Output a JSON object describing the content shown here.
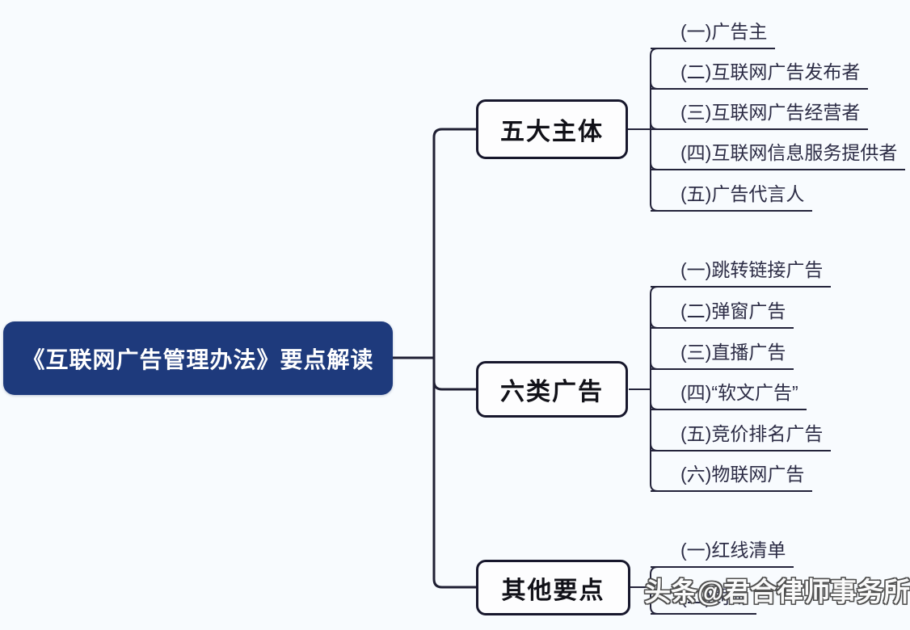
{
  "root": {
    "label": "《互联网广告管理办法》要点解读"
  },
  "branches": [
    {
      "id": "five-subjects",
      "label": "五大主体",
      "children": [
        "(一)广告主",
        "(二)互联网广告发布者",
        "(三)互联网广告经营者",
        "(四)互联网信息服务提供者",
        "(五)广告代言人"
      ]
    },
    {
      "id": "six-ad-types",
      "label": "六类广告",
      "children": [
        "(一)跳转链接广告",
        "(二)弹窗广告",
        "(三)直播广告",
        "(四)“软文广告”",
        "(五)竞价排名广告",
        "(六)物联网广告"
      ]
    },
    {
      "id": "other-points",
      "label": "其他要点",
      "children": [
        "(一)红线清单",
        "(二)罚则"
      ]
    }
  ],
  "watermark": {
    "label": "头条@君合律师事务所"
  },
  "colors": {
    "background": "#f8fbfe",
    "root_bg": "#1e3a7c",
    "root_text": "#ffffff",
    "connector_line": "#1f1f33",
    "box_border": "#17172c",
    "box_bg": "#fdfdfe",
    "leaf_text": "#2c2c45",
    "watermark_outline": "#4f4f4f",
    "watermark_fill": "#fafafa"
  }
}
